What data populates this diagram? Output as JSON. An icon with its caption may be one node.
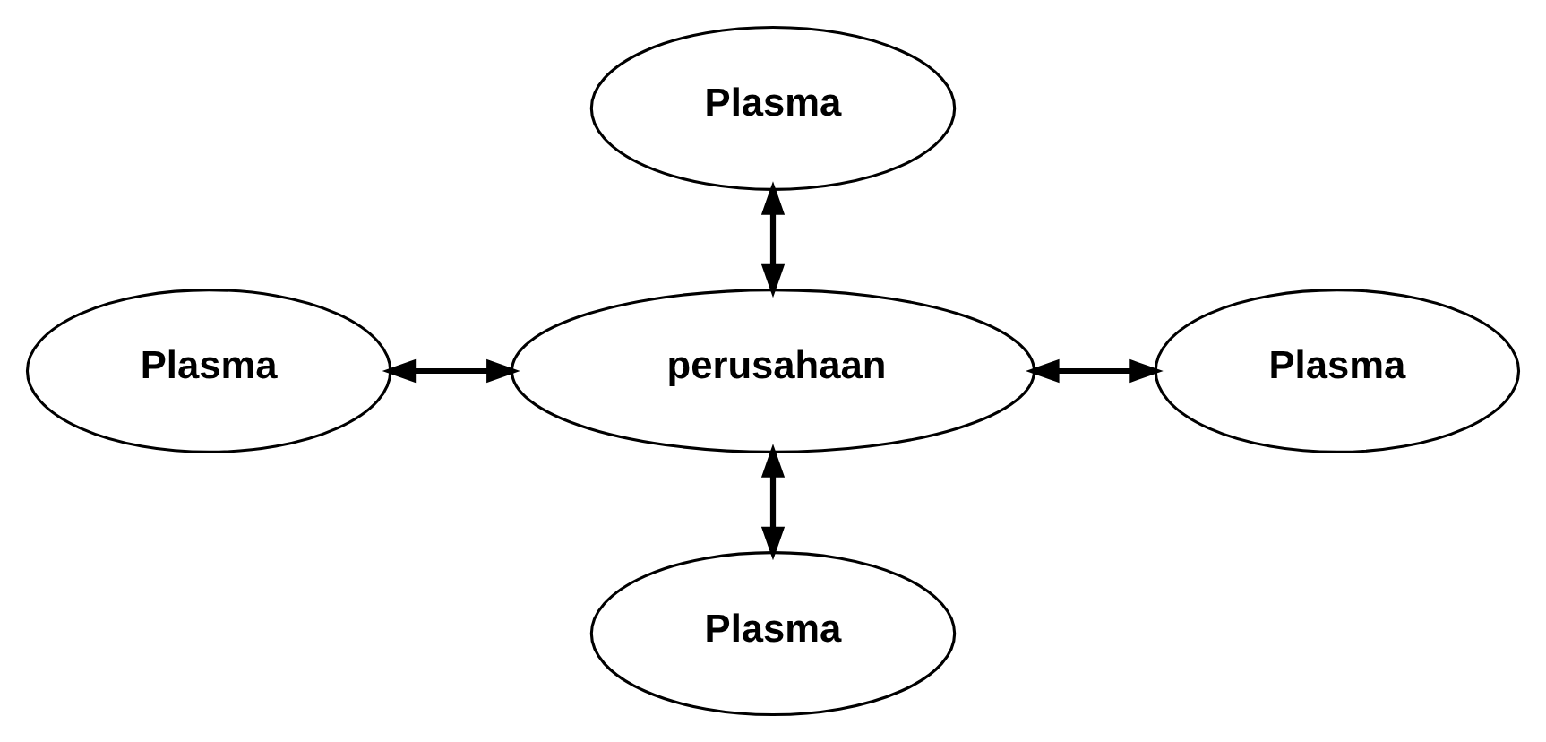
{
  "diagram": {
    "nodes": [
      {
        "text": [
          "Plasma"
        ]
      },
      {
        "text": [
          "Plasma"
        ]
      },
      {
        "text": [
          "perusahaan"
        ]
      },
      {
        "text": [
          "Plasma"
        ]
      },
      {
        "text": [
          "Plasma"
        ]
      }
    ],
    "edges": [
      {
        "from": 0,
        "to": 2,
        "arrow": "both"
      },
      {
        "from": 1,
        "to": 2,
        "arrow": "both"
      },
      {
        "from": 2,
        "to": 3,
        "arrow": "both"
      },
      {
        "from": 2,
        "to": 4,
        "arrow": "both"
      }
    ]
  }
}
